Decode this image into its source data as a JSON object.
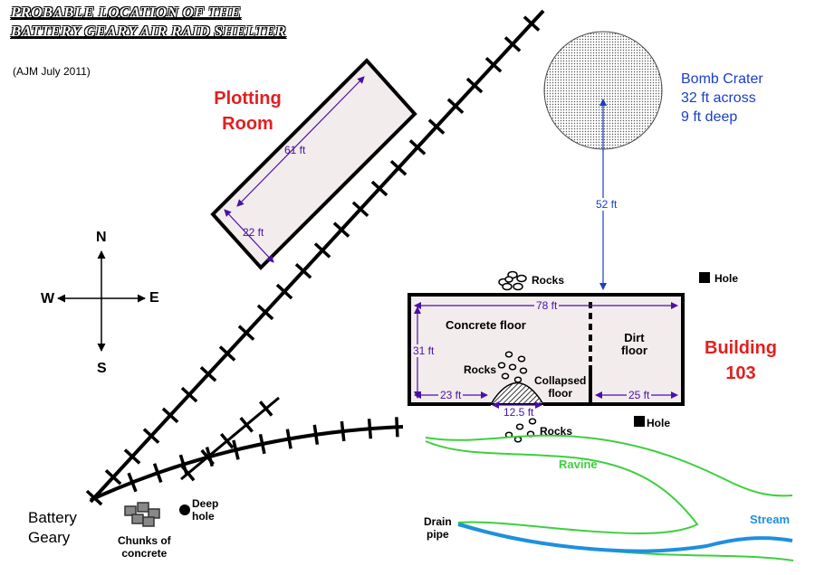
{
  "title": {
    "line1": "PROBABLE LOCATION OF THE",
    "line2": "BATTERY GEARY AIR RAID SHELTER"
  },
  "credit": "(AJM July 2011)",
  "plotting_room": {
    "label_line1": "Plotting",
    "label_line2": "Room",
    "length": "61 ft",
    "width": "22 ft"
  },
  "bomb_crater": {
    "line1": "Bomb Crater",
    "line2": "32 ft across",
    "line3": "9 ft deep",
    "distance_to_building": "52 ft"
  },
  "building": {
    "label_line1": "Building",
    "label_line2": "103",
    "length": "78 ft",
    "depth": "31 ft",
    "concrete_floor": "Concrete floor",
    "dirt_floor_line1": "Dirt",
    "dirt_floor_line2": "floor",
    "collapsed_line1": "Collapsed",
    "collapsed_line2": "floor",
    "collapsed_width": "12.5 ft",
    "left_segment": "23 ft",
    "right_segment": "25 ft",
    "rocks_inside": "Rocks"
  },
  "features": {
    "rocks_top": "Rocks",
    "rocks_bottom": "Rocks",
    "hole_top": "Hole",
    "hole_bottom": "Hole",
    "ravine": "Ravine",
    "stream": "Stream",
    "drain_pipe_line1": "Drain",
    "drain_pipe_line2": "pipe",
    "battery_line1": "Battery",
    "battery_line2": "Geary",
    "chunks_line1": "Chunks of",
    "chunks_line2": "concrete",
    "deep_hole_line1": "Deep",
    "deep_hole_line2": "hole"
  },
  "compass": {
    "north": "N",
    "south": "S",
    "east": "E",
    "west": "W"
  },
  "colors": {
    "title_text": "#ffffff",
    "red_label": "#e02020",
    "blue_label": "#1a3ec8",
    "dimension": "#4b0fa8",
    "ravine": "#3ecf3e",
    "stream": "#1f8fe0",
    "building_fill": "#f3eced"
  }
}
